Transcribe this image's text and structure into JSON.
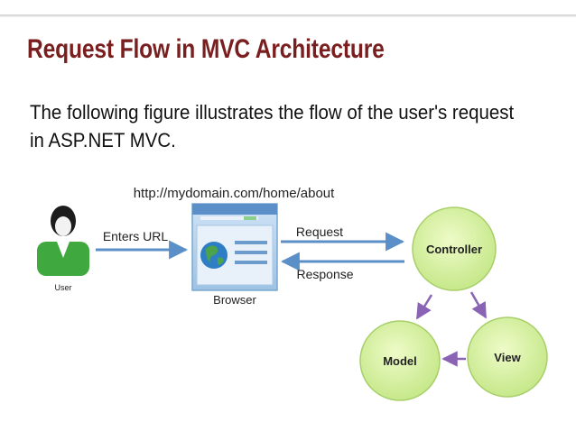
{
  "slide": {
    "title": "Request Flow in MVC Architecture",
    "description": "The following figure illustrates the flow of the user's request in ASP.NET MVC."
  },
  "diagram": {
    "url": "http://mydomain.com/home/about",
    "user_label": "User",
    "enters_url_label": "Enters URL",
    "browser_label": "Browser",
    "request_label": "Request",
    "response_label": "Response",
    "controller_label": "Controller",
    "model_label": "Model",
    "view_label": "View"
  },
  "colors": {
    "title": "#7a1f1f",
    "url_text": "#2a6db0",
    "arrow_blue": "#5b8fc7",
    "arrow_purple": "#8a63b5",
    "circle_fill": "#d7f0a0",
    "circle_stroke": "#a8cf6a",
    "user_green": "#3fa83f"
  }
}
